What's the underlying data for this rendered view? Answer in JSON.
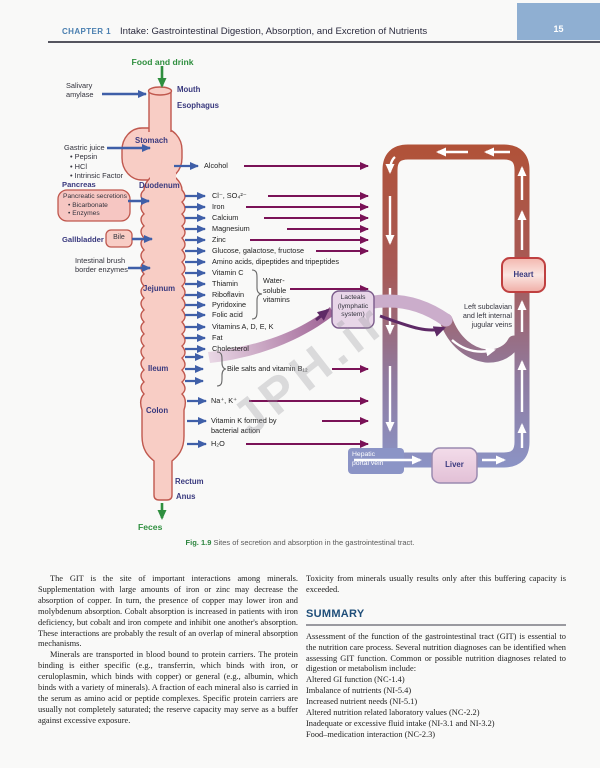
{
  "header": {
    "chapter_label": "CHAPTER 1",
    "title": "Intake: Gastrointestinal Digestion, Absorption, and Excretion of Nutrients",
    "page_number": "15"
  },
  "figure": {
    "input_label": "Food and drink",
    "output_label": "Feces",
    "organ_labels": {
      "mouth": "Mouth",
      "esophagus": "Esophagus",
      "stomach": "Stomach",
      "duodenum": "Duodenum",
      "jejunum": "Jejunum",
      "ileum": "Ileum",
      "colon": "Colon",
      "rectum": "Rectum",
      "anus": "Anus"
    },
    "secretions": {
      "salivary_lines": [
        "Salivary",
        "amylase"
      ],
      "gastric_lines": [
        "Gastric juice",
        "• Pepsin",
        "• HCl",
        "• Intrinsic Factor"
      ],
      "pancreas_label": "Pancreas",
      "pancreatic_box_lines": [
        "Pancreatic secretions",
        "• Bicarbonate",
        "• Enzymes"
      ],
      "gallbladder_label": "Gallbladder",
      "bile_label": "Bile",
      "brush_lines": [
        "Intestinal brush",
        "border enzymes"
      ]
    },
    "absorbed": [
      "Alcohol",
      "Cl⁻, SO₄²⁻",
      "Iron",
      "Calcium",
      "Magnesium",
      "Zinc",
      "Glucose, galactose, fructose",
      "Amino acids, dipeptides and tripeptides",
      "Vitamin C",
      "Thiamin",
      "Riboflavin",
      "Pyridoxine",
      "Folic acid",
      "Vitamins A, D, E, K",
      "Fat",
      "Cholesterol"
    ],
    "water_soluble_lines": [
      "Water-",
      "soluble",
      "vitamins"
    ],
    "bile_salts_label": "Bile salts and vitamin B₁₂",
    "colon_absorbed": [
      [
        "Na⁺, K⁺"
      ],
      [
        "Vitamin K formed by",
        "bacterial action"
      ],
      [
        "H₂O"
      ]
    ],
    "circulation": {
      "heart_label": "Heart",
      "liver_label": "Liver",
      "lacteals_lines": [
        "Lacteals",
        "(lymphatic",
        "system)"
      ],
      "subclavian_lines": [
        "Left subclavian",
        "and left internal",
        "jugular veins"
      ],
      "hepatic_lines": [
        "Hepatic",
        "portal vein"
      ]
    },
    "caption_label": "Fig. 1.9",
    "caption_text": "Sites of secretion and absorption in the gastrointestinal tract."
  },
  "watermark": "JPH.ir",
  "body": {
    "col1_p1": "The GIT is the site of important interactions among minerals. Supplementation with large amounts of iron or zinc may decrease the absorption of copper. In turn, the presence of copper may lower iron and molybdenum absorption. Cobalt absorption is increased in patients with iron deficiency, but cobalt and iron compete and inhibit one another's absorption. These interactions are probably the result of an overlap of mineral absorption mechanisms.",
    "col1_p2": "Minerals are transported in blood bound to protein carriers. The protein binding is either specific (e.g., transferrin, which binds with iron, or ceruloplasmin, which binds with copper) or general (e.g., albumin, which binds with a variety of minerals). A fraction of each mineral also is carried in the serum as amino acid or peptide complexes. Specific protein carriers are usually not completely saturated; the reserve capacity may serve as a buffer against excessive exposure.",
    "col2_intro": "Toxicity from minerals usually results only after this buffering capacity is exceeded.",
    "summary_heading": "SUMMARY",
    "summary_text": "Assessment of the function of the gastrointestinal tract (GIT) is essential to the nutrition care process. Several nutrition diagnoses can be identified when assessing GIT function. Common or possible nutrition diagnoses related to digestion or metabolism include:",
    "diagnoses": [
      "Altered GI function (NC-1.4)",
      "Imbalance of nutrients (NI-5.4)",
      "Increased nutrient needs (NI-5.1)",
      "Altered nutrition related laboratory values (NC-2.2)",
      "Inadequate or excessive fluid intake (NI-3.1 and NI-3.2)",
      "Food–medication interaction (NC-2.3)"
    ]
  },
  "colors": {
    "header_blue": "#4a7fb0",
    "tab_blue": "#8fafd2",
    "summary_blue": "#1f4e79",
    "caption_green": "#2e8540",
    "diagram_green": "#2f8f3f",
    "secretion_arrow_blue": "#3f5fa8",
    "absorption_magenta": "#7a1257",
    "tract_fill": "#f8cdc5",
    "tract_stroke": "#c0584e",
    "vessel_top": "#b15238",
    "vessel_bottom": "#8b94c6",
    "organ_label": "#39397e",
    "lacteal_fill": "#e8d6e8"
  }
}
